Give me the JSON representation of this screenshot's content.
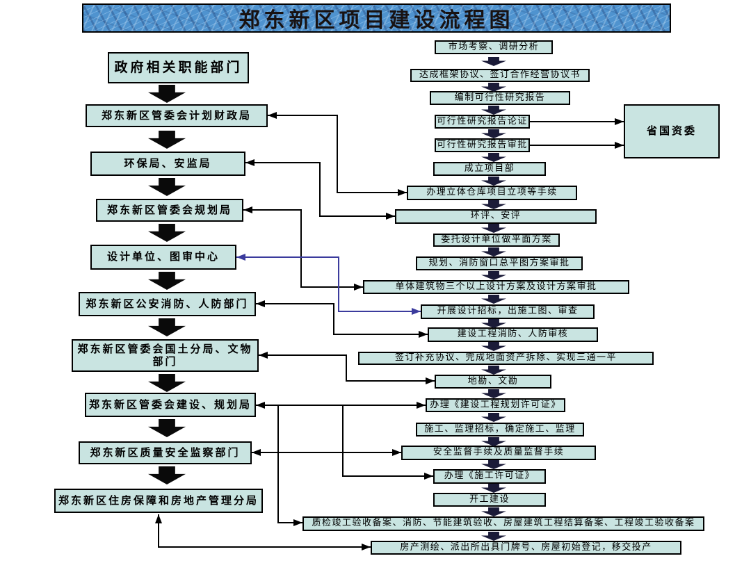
{
  "title": "郑东新区项目建设流程图",
  "side_box": {
    "label": "省国资委"
  },
  "left_column": {
    "items": [
      {
        "label": "政府相关职能部门"
      },
      {
        "label": "郑东新区管委会计划财政局"
      },
      {
        "label": "环保局、安监局"
      },
      {
        "label": "郑东新区管委会规划局"
      },
      {
        "label": "设计单位、图审中心"
      },
      {
        "label": "郑东新区公安消防、人防部门"
      },
      {
        "label": "郑东新区管委会国土分局、文物部门"
      },
      {
        "label": "郑东新区管委会建设、规划局"
      },
      {
        "label": "郑东新区质量安全监察部门"
      },
      {
        "label": "郑东新区住房保障和房地产管理分局"
      }
    ]
  },
  "right_column": {
    "items": [
      {
        "label": "市场考察、调研分析"
      },
      {
        "label": "达成框架协议、签订合作经营协议书"
      },
      {
        "label": "编制可行性研究报告"
      },
      {
        "label": "可行性研究报告论证"
      },
      {
        "label": "可行性研究报告审批"
      },
      {
        "label": "成立项目部"
      },
      {
        "label": "办理立体仓库项目立项等手续"
      },
      {
        "label": "环评、安评"
      },
      {
        "label": "委托设计单位做平面方案"
      },
      {
        "label": "规划、消防窗口总平图方案审批"
      },
      {
        "label": "单体建筑物三个以上设计方案及设计方案审批"
      },
      {
        "label": "开展设计招标，出施工图、审查"
      },
      {
        "label": "建设工程消防、人防审核"
      },
      {
        "label": "签订补充协议、完成地面资产拆除、实现三通一平"
      },
      {
        "label": "地勘、文勘"
      },
      {
        "label": "办理《建设工程规划许可证》"
      },
      {
        "label": "施工、监理招标，确定施工、监理"
      },
      {
        "label": "安全监督手续及质量监督手续"
      },
      {
        "label": "办理《施工许可证》"
      },
      {
        "label": "开工建设"
      },
      {
        "label": "质检竣工验收备案、消防、节能建筑验收、房屋建筑工程结算备案、工程竣工验收备案"
      },
      {
        "label": "房产测绘、派出所出具门牌号、房屋初始登记，移交投产"
      }
    ]
  },
  "icons": {
    "flow_step_arrow": "down-block-arrow"
  },
  "colors": {
    "node_fill": "#c9e4e1",
    "title_bg": "#4f93cf",
    "title_text": "#181212",
    "connector_black": "#000000",
    "connector_blue": "#3b3b9d",
    "block_arrow_left": "#0a0a0a",
    "block_arrow_right": "#1b1b38"
  }
}
